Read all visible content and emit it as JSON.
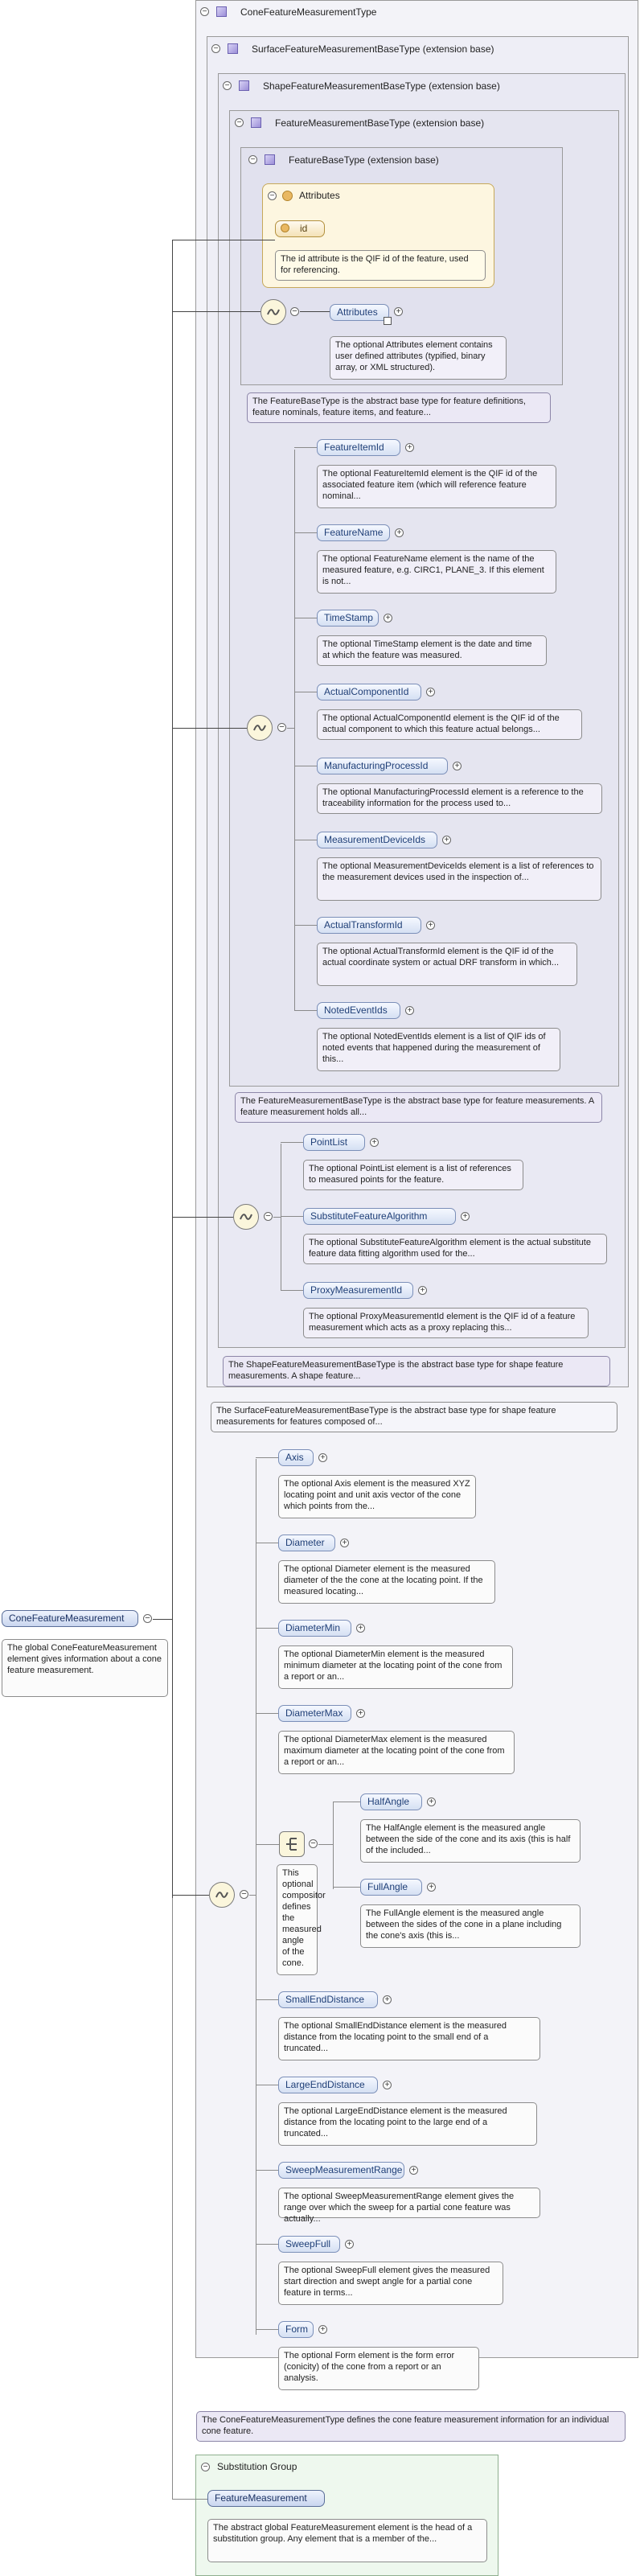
{
  "types": {
    "cone": "ConeFeatureMeasurementType",
    "surface": "SurfaceFeatureMeasurementBaseType (extension base)",
    "shape": "ShapeFeatureMeasurementBaseType (extension base)",
    "measurement": "FeatureMeasurementBaseType (extension base)",
    "base": "FeatureBaseType (extension base)"
  },
  "attributes": {
    "header": "Attributes",
    "id_label": "id",
    "id_doc": "The id attribute is the QIF id of the feature, used for referencing."
  },
  "attributes_element": {
    "label": "Attributes",
    "doc": "The optional Attributes element contains user defined attributes (typified, binary array, or XML structured)."
  },
  "base_doc": "The FeatureBaseType is the abstract base type for feature definitions, feature nominals, feature items, and feature...",
  "measurement_elements": [
    {
      "label": "FeatureItemId",
      "doc": "The optional FeatureItemId element is the QIF id of the associated feature item (which will reference feature nominal..."
    },
    {
      "label": "FeatureName",
      "doc": "The optional FeatureName element is the name of the measured feature, e.g. CIRC1, PLANE_3. If this element is not..."
    },
    {
      "label": "TimeStamp",
      "doc": "The optional TimeStamp element is the date and time at which the feature was measured."
    },
    {
      "label": "ActualComponentId",
      "doc": "The optional ActualComponentId element is the QIF id of the actual component to which this feature actual belongs..."
    },
    {
      "label": "ManufacturingProcessId",
      "doc": "The optional ManufacturingProcessId element is a reference to the traceability information for the process used to..."
    },
    {
      "label": "MeasurementDeviceIds",
      "doc": "The optional MeasurementDeviceIds element is a list of references to the measurement devices used in the inspection of..."
    },
    {
      "label": "ActualTransformId",
      "doc": "The optional ActualTransformId element is the QIF id of the actual coordinate system or actual DRF transform in which..."
    },
    {
      "label": "NotedEventIds",
      "doc": "The optional NotedEventIds element is a list of QIF ids of noted events that happened during the measurement of this..."
    }
  ],
  "measurement_doc": "The FeatureMeasurementBaseType is the abstract base type for feature measurements. A feature measurement holds all...",
  "shape_elements": [
    {
      "label": "PointList",
      "doc": "The optional PointList element is a list of references to measured points for the feature."
    },
    {
      "label": "SubstituteFeatureAlgorithm",
      "doc": "The optional SubstituteFeatureAlgorithm element is the actual substitute feature data fitting algorithm used for the..."
    },
    {
      "label": "ProxyMeasurementId",
      "doc": "The optional ProxyMeasurementId element is the QIF id of a feature measurement which acts as a proxy replacing this..."
    }
  ],
  "shape_doc": "The ShapeFeatureMeasurementBaseType is the abstract base type for shape feature measurements. A shape feature...",
  "surface_doc": "The SurfaceFeatureMeasurementBaseType is the abstract base type for shape feature measurements for features composed of...",
  "cone_elements_a": [
    {
      "label": "Axis",
      "doc": "The optional Axis element is the measured XYZ locating point and unit axis vector of the cone which points from the..."
    },
    {
      "label": "Diameter",
      "doc": "The optional Diameter element is the measured diameter of the the cone at the locating point. If the measured locating..."
    },
    {
      "label": "DiameterMin",
      "doc": "The optional DiameterMin element is the measured minimum diameter at the locating point of the cone from a report or an..."
    },
    {
      "label": "DiameterMax",
      "doc": "The optional DiameterMax element is the measured maximum diameter at the locating point of the cone from a report or an..."
    }
  ],
  "choice": {
    "doc": "This optional compositor defines the measured angle of the cone.",
    "items": [
      {
        "label": "HalfAngle",
        "doc": "The HalfAngle element is the measured angle between the side of the cone and its axis (this is half of the included..."
      },
      {
        "label": "FullAngle",
        "doc": "The FullAngle element is the measured angle between the sides of the cone in a plane including the cone's axis (this is..."
      }
    ]
  },
  "cone_elements_b": [
    {
      "label": "SmallEndDistance",
      "doc": "The optional SmallEndDistance element is the measured distance from the locating point to the small end of a truncated..."
    },
    {
      "label": "LargeEndDistance",
      "doc": "The optional LargeEndDistance element is the measured distance from the locating point to the large end of a truncated..."
    },
    {
      "label": "SweepMeasurementRange",
      "doc": "The optional SweepMeasurementRange element gives the range over which the sweep for a partial cone feature was actually..."
    },
    {
      "label": "SweepFull",
      "doc": "The optional SweepFull element gives the measured start direction and swept angle for a partial cone feature in terms..."
    },
    {
      "label": "Form",
      "doc": "The optional Form element is the form error (conicity) of the cone from a report or an analysis."
    }
  ],
  "cone_doc": "The ConeFeatureMeasurementType defines the cone feature measurement information for an individual cone feature.",
  "root": {
    "label": "ConeFeatureMeasurement",
    "doc": "The global ConeFeatureMeasurement element gives information about a cone feature measurement."
  },
  "substitution": {
    "header": "Substitution Group",
    "label": "FeatureMeasurement",
    "doc": "The abstract global FeatureMeasurement element is the head of a substitution group. Any element that is a member of the..."
  }
}
